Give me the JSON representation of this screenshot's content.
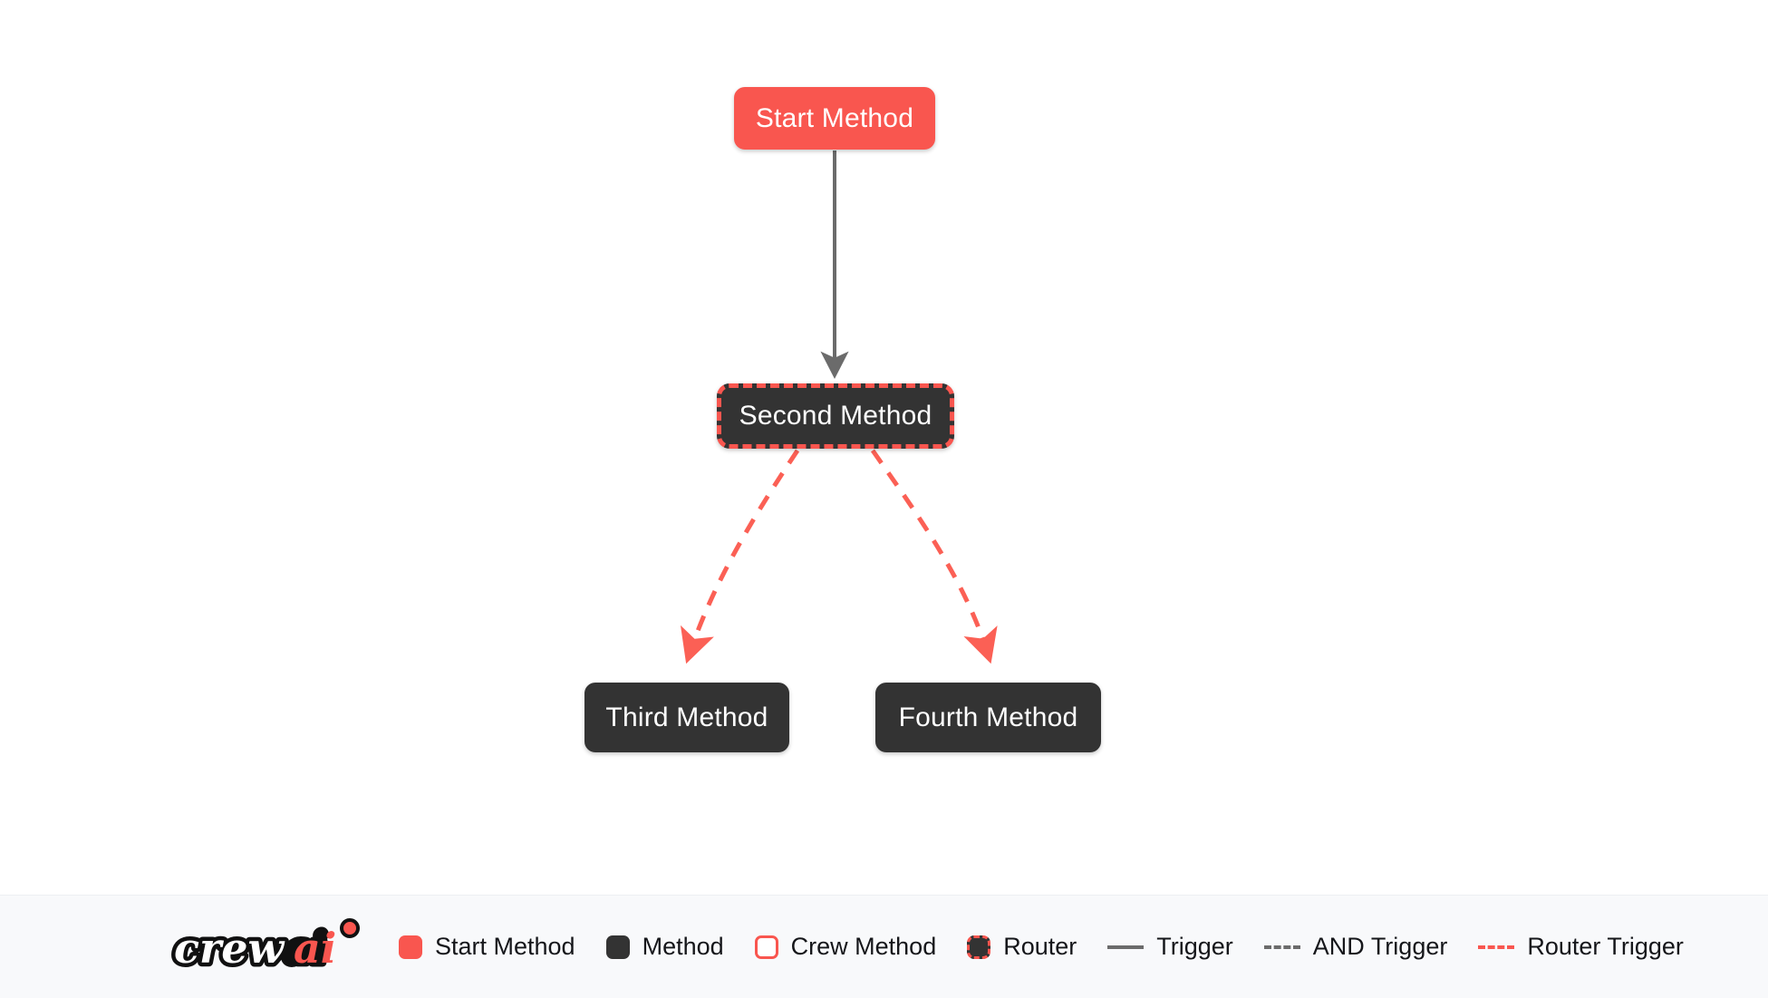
{
  "canvas": {
    "background_color": "#ffffff",
    "nodes": [
      {
        "id": "start",
        "label": "Start Method",
        "type": "start-method"
      },
      {
        "id": "second",
        "label": "Second Method",
        "type": "router"
      },
      {
        "id": "third",
        "label": "Third Method",
        "type": "method"
      },
      {
        "id": "fourth",
        "label": "Fourth Method",
        "type": "method"
      }
    ],
    "edges": [
      {
        "from": "start",
        "to": "third",
        "type": "trigger",
        "style": "solid",
        "color": "#6b6b6b"
      },
      {
        "from": "second",
        "to": "third",
        "type": "router-trigger",
        "style": "dashed",
        "color": "#F9564F"
      },
      {
        "from": "second",
        "to": "fourth",
        "type": "router-trigger",
        "style": "dashed",
        "color": "#F9564F"
      }
    ]
  },
  "legend": {
    "logo_text_primary": "crew",
    "logo_text_accent": "ai",
    "items": [
      {
        "label": "Start Method",
        "swatch": "filled-square",
        "color": "#F9564F"
      },
      {
        "label": "Method",
        "swatch": "filled-square",
        "color": "#333333"
      },
      {
        "label": "Crew Method",
        "swatch": "outlined-square",
        "color": "#F9564F"
      },
      {
        "label": "Router",
        "swatch": "dashed-square",
        "color": "#F9564F"
      },
      {
        "label": "Trigger",
        "swatch": "solid-line",
        "color": "#6b6b6b"
      },
      {
        "label": "AND Trigger",
        "swatch": "dashed-line",
        "color": "#6b6b6b"
      },
      {
        "label": "Router Trigger",
        "swatch": "dashed-line",
        "color": "#F9564F"
      }
    ]
  },
  "colors": {
    "accent": "#F9564F",
    "method_fill": "#333333",
    "edge_gray": "#6b6b6b",
    "footer_bg": "#F8F9FB"
  }
}
